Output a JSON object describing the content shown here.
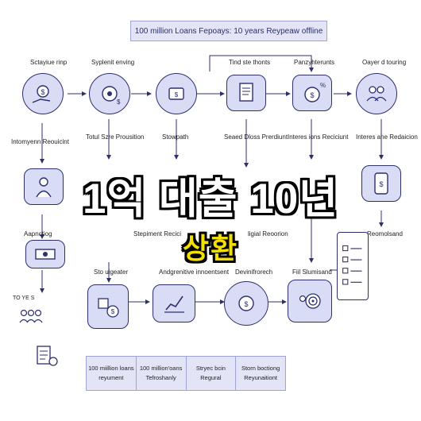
{
  "title": "100 million Loans Fepoays: 10 years Reypeaw offline",
  "labels": {
    "n1": "Sctayiue rinp",
    "n2": "Syplenit enving",
    "n3": "Tind ste thonts",
    "n4": "Panzyhterunts",
    "n5": "Oayer d touring",
    "l1": "Intomyenn Reouicint",
    "l2": "Totul Szre Prousition",
    "l3": "Stowpath",
    "l4": "Seaed Dloss Prerdiunt",
    "l5": "Interes ions Reciciunt",
    "l6": "Interes ane Redaicion",
    "m1": "Aapnctiog",
    "m2": "Stepiment Recici",
    "m3": "ligial Reoorion",
    "m4": "Reomolsand",
    "s1": "Sto uigeater",
    "s2": "Andgrenitive innoentsent",
    "s3": "Devinifrorech",
    "s4": "Fiil Slumisand",
    "s5": "TO YE S"
  },
  "overlay": {
    "headline": "1억 대출 10년",
    "subline": "상환"
  },
  "table": [
    {
      "line1": "100 miillion loans",
      "line2": "reyument"
    },
    {
      "line1": "100 million'oans",
      "line2": "Tefroshanly"
    },
    {
      "line1": "Stryec bcin",
      "line2": "Regural"
    },
    {
      "line1": "Storn boctiong",
      "line2": "Reyunaitiont"
    }
  ],
  "colors": {
    "node_fill": "#d9dcf5",
    "node_stroke": "#2d2f6e",
    "title_fill": "#e3e5f7",
    "overlay_text": "#ffffff",
    "overlay_accent": "#f3e000"
  }
}
